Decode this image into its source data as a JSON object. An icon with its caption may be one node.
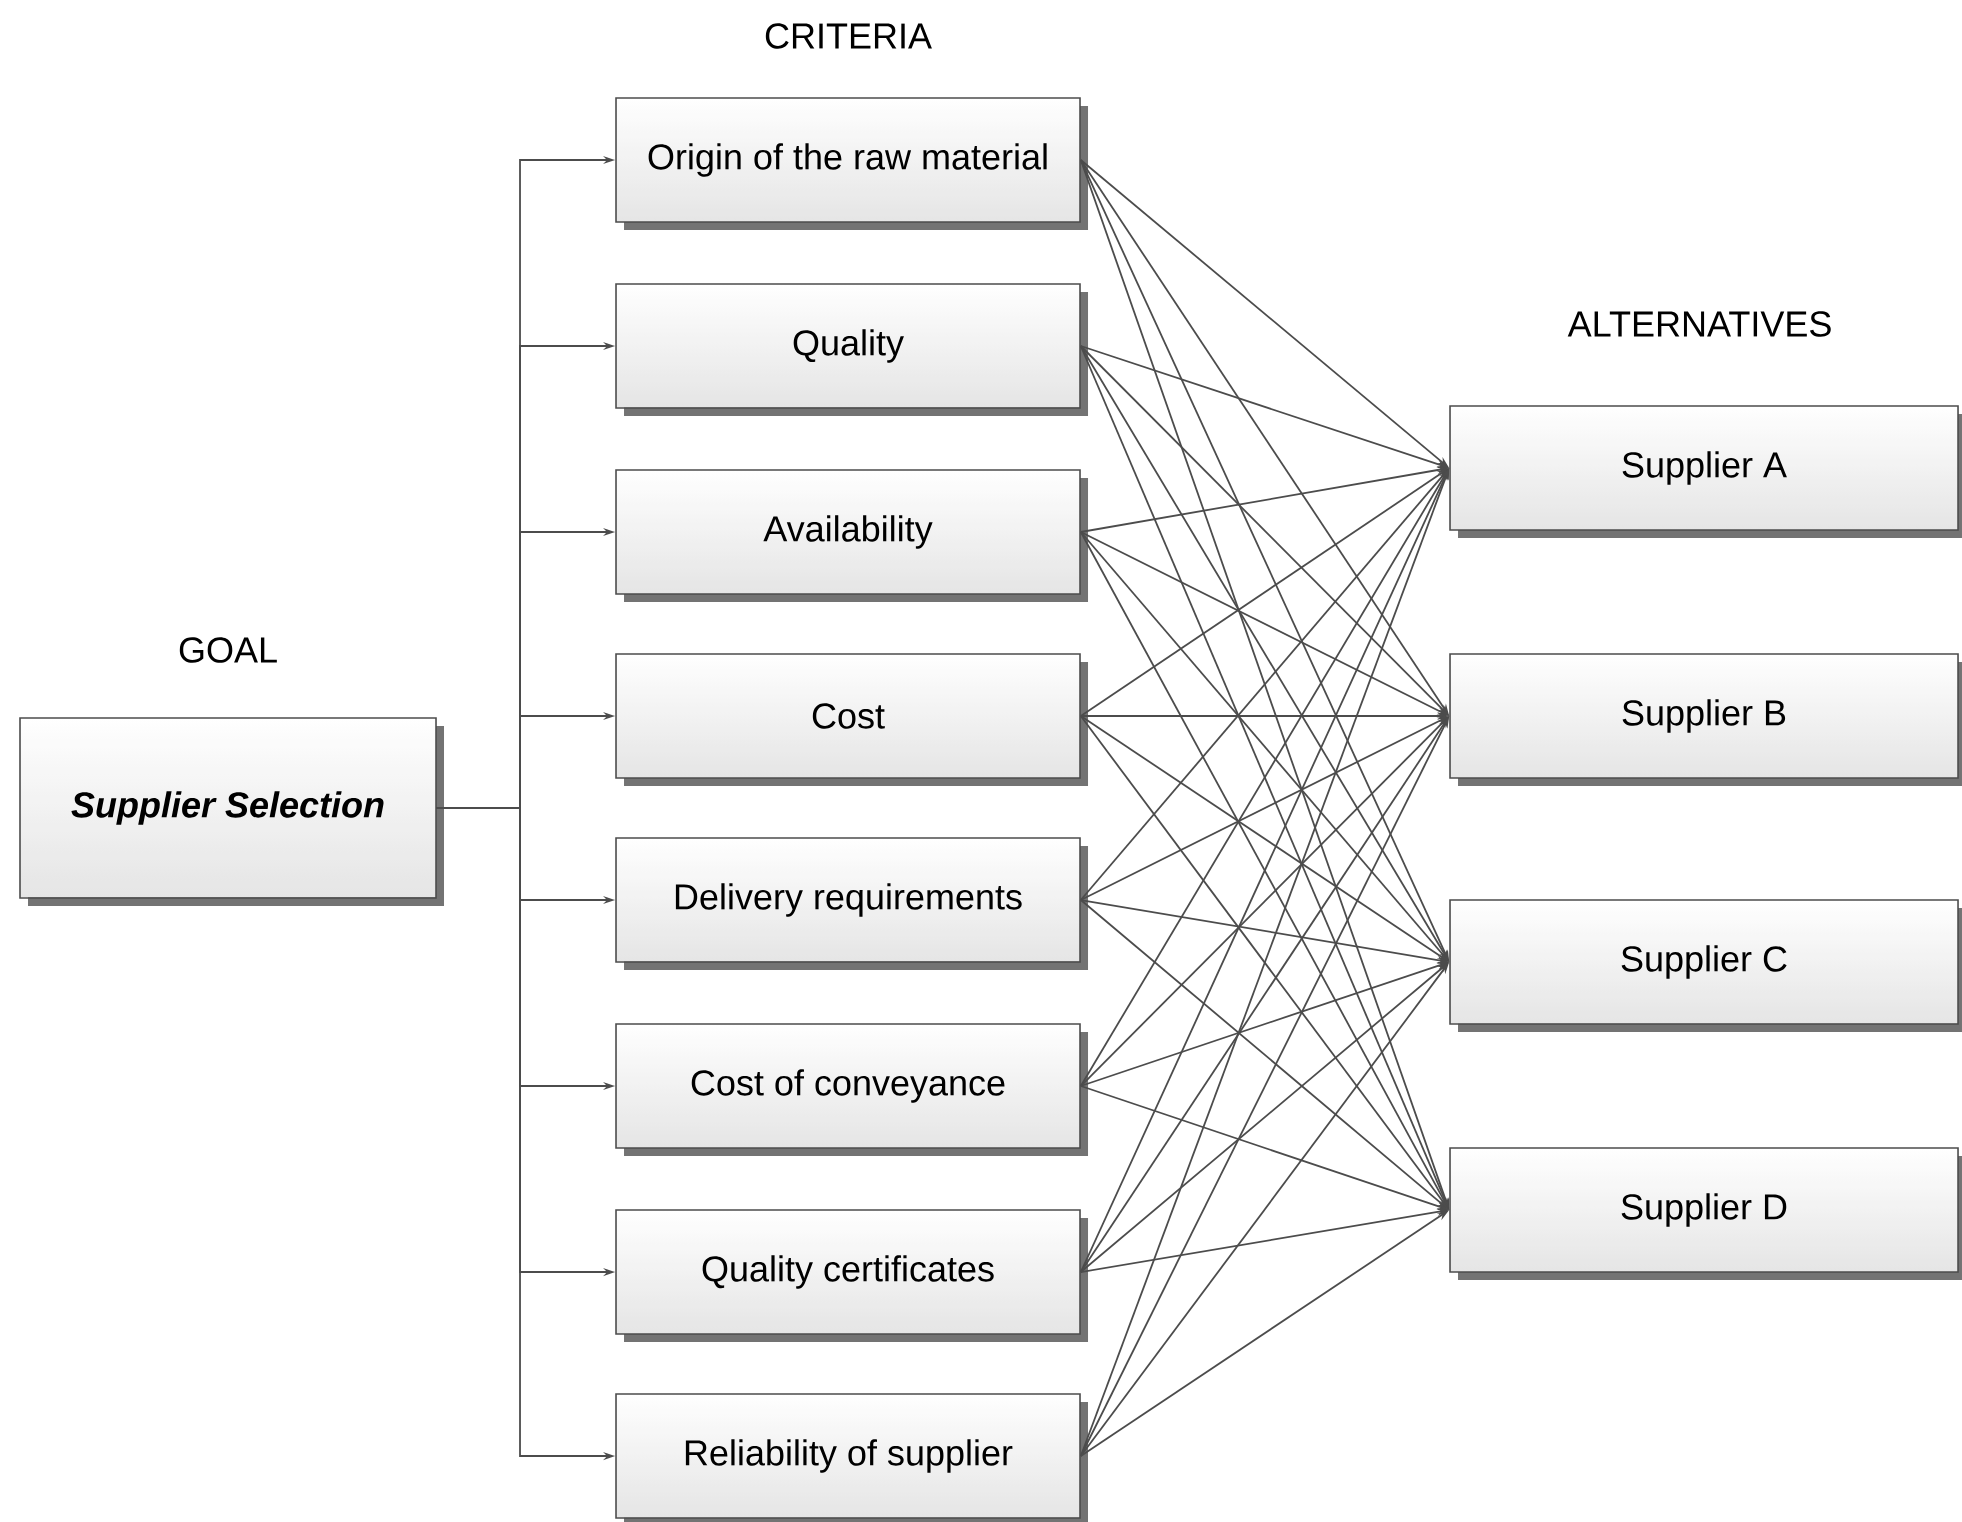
{
  "diagram": {
    "nodes": [
      {
        "text": [
          "Supplier Selection"
        ]
      },
      {
        "text": [
          "Origin of the raw material"
        ]
      },
      {
        "text": [
          "Quality"
        ]
      },
      {
        "text": [
          "Availability"
        ]
      },
      {
        "text": [
          "Cost"
        ]
      },
      {
        "text": [
          "Delivery requirements"
        ]
      },
      {
        "text": [
          "Cost of conveyance"
        ]
      },
      {
        "text": [
          "Quality certificates"
        ]
      },
      {
        "text": [
          "Reliability of supplier"
        ]
      },
      {
        "text": [
          "Supplier A"
        ]
      },
      {
        "text": [
          "Supplier B"
        ]
      },
      {
        "text": [
          "Supplier C"
        ]
      },
      {
        "text": [
          "Supplier D"
        ]
      }
    ],
    "edges": [
      {
        "from": 0,
        "to": 1,
        "arrow": "to"
      },
      {
        "from": 0,
        "to": 2,
        "arrow": "to"
      },
      {
        "from": 0,
        "to": 3,
        "arrow": "to"
      },
      {
        "from": 0,
        "to": 4,
        "arrow": "to"
      },
      {
        "from": 0,
        "to": 5,
        "arrow": "to"
      },
      {
        "from": 0,
        "to": 6,
        "arrow": "to"
      },
      {
        "from": 0,
        "to": 7,
        "arrow": "to"
      },
      {
        "from": 0,
        "to": 8,
        "arrow": "to"
      },
      {
        "from": 1,
        "to": 9,
        "arrow": "to"
      },
      {
        "from": 1,
        "to": 10,
        "arrow": "to"
      },
      {
        "from": 1,
        "to": 11,
        "arrow": "to"
      },
      {
        "from": 1,
        "to": 12,
        "arrow": "to"
      },
      {
        "from": 2,
        "to": 9,
        "arrow": "to"
      },
      {
        "from": 2,
        "to": 10,
        "arrow": "to"
      },
      {
        "from": 2,
        "to": 11,
        "arrow": "to"
      },
      {
        "from": 2,
        "to": 12,
        "arrow": "to"
      },
      {
        "from": 3,
        "to": 9,
        "arrow": "to"
      },
      {
        "from": 3,
        "to": 10,
        "arrow": "to"
      },
      {
        "from": 3,
        "to": 11,
        "arrow": "to"
      },
      {
        "from": 3,
        "to": 12,
        "arrow": "to"
      },
      {
        "from": 4,
        "to": 9,
        "arrow": "to"
      },
      {
        "from": 4,
        "to": 10,
        "arrow": "to"
      },
      {
        "from": 4,
        "to": 11,
        "arrow": "to"
      },
      {
        "from": 4,
        "to": 12,
        "arrow": "to"
      },
      {
        "from": 5,
        "to": 9,
        "arrow": "to"
      },
      {
        "from": 5,
        "to": 10,
        "arrow": "to"
      },
      {
        "from": 5,
        "to": 11,
        "arrow": "to"
      },
      {
        "from": 5,
        "to": 12,
        "arrow": "to"
      },
      {
        "from": 6,
        "to": 9,
        "arrow": "to"
      },
      {
        "from": 6,
        "to": 10,
        "arrow": "to"
      },
      {
        "from": 6,
        "to": 11,
        "arrow": "to"
      },
      {
        "from": 6,
        "to": 12,
        "arrow": "to"
      },
      {
        "from": 7,
        "to": 9,
        "arrow": "to"
      },
      {
        "from": 7,
        "to": 10,
        "arrow": "to"
      },
      {
        "from": 7,
        "to": 11,
        "arrow": "to"
      },
      {
        "from": 7,
        "to": 12,
        "arrow": "to"
      },
      {
        "from": 8,
        "to": 9,
        "arrow": "to"
      },
      {
        "from": 8,
        "to": 10,
        "arrow": "to"
      },
      {
        "from": 8,
        "to": 11,
        "arrow": "to"
      },
      {
        "from": 8,
        "to": 12,
        "arrow": "to"
      }
    ],
    "labels": [
      "CRITERIA",
      "ALTERNATIVES",
      "GOAL"
    ]
  }
}
